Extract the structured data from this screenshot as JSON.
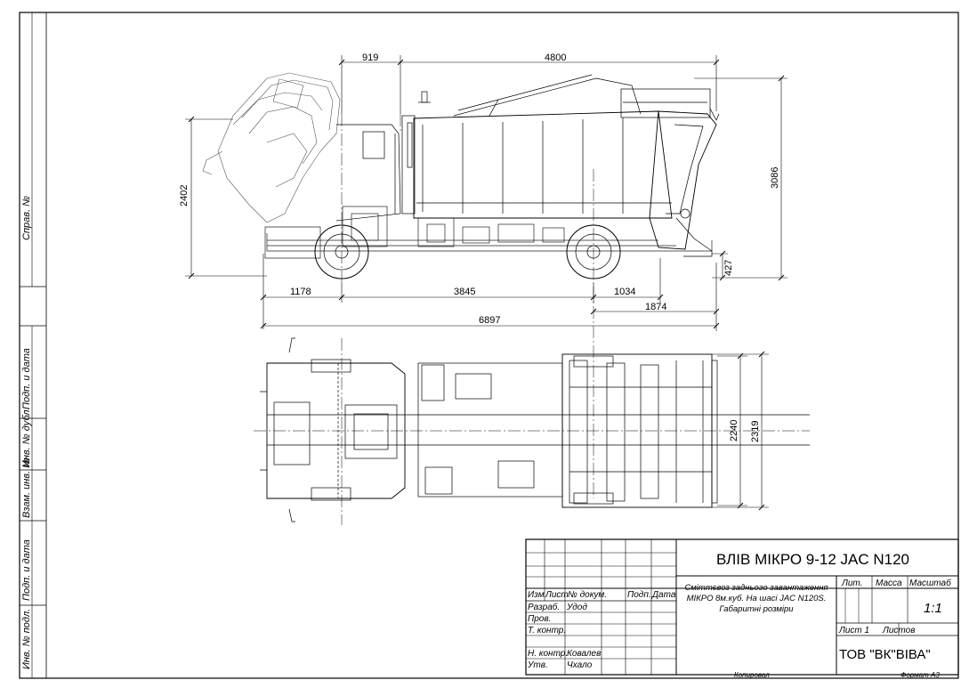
{
  "dimensions": {
    "top_919": "919",
    "top_4800": "4800",
    "left_2402": "2402",
    "right_3086": "3086",
    "right_427": "427",
    "bottom_1178": "1178",
    "bottom_3845": "3845",
    "bottom_1034": "1034",
    "bottom_1874": "1874",
    "bottom_6897": "6897",
    "plan_2240": "2240",
    "plan_2319": "2319"
  },
  "side_stamp": {
    "sprav": "Справ. №",
    "podp_data_1": "Подп. и дата",
    "inv_dubl": "Инв. № дубл.",
    "vzam_inv": "Взам. инв. №",
    "podp_data_2": "Подп. и дата",
    "inv_podl": "Инв. № подл."
  },
  "title_block": {
    "drawing_title": "ВЛІВ МІКРО 9-12 JAC N120",
    "description_1": "Сміттєвоз заднього завантаження",
    "description_2": "МІКРО 8м.куб. На шасі JAC N120S.",
    "description_3": "Габаритні розміри",
    "col_izm": "Изм",
    "col_list": "Лист",
    "col_doc": "№ докум.",
    "col_podp": "Подп.",
    "col_data": "Дата",
    "row_razrab": "Разраб.",
    "name_razrab": "Удод",
    "row_prov": "Пров.",
    "row_tkontr": "Т. контр.",
    "row_nkontr": "Н. контр.",
    "name_nkontr": "Ковалев",
    "row_utv": "Утв.",
    "name_utv": "Чхало",
    "lit": "Лит.",
    "massa": "Масса",
    "masshtab": "Масштаб",
    "scale_value": "1:1",
    "sheet": "Лист 1",
    "sheets": "Листов",
    "company": "ТОВ \"ВК\"ВІВА\"",
    "copied": "Копировал",
    "format": "Формат А3"
  }
}
